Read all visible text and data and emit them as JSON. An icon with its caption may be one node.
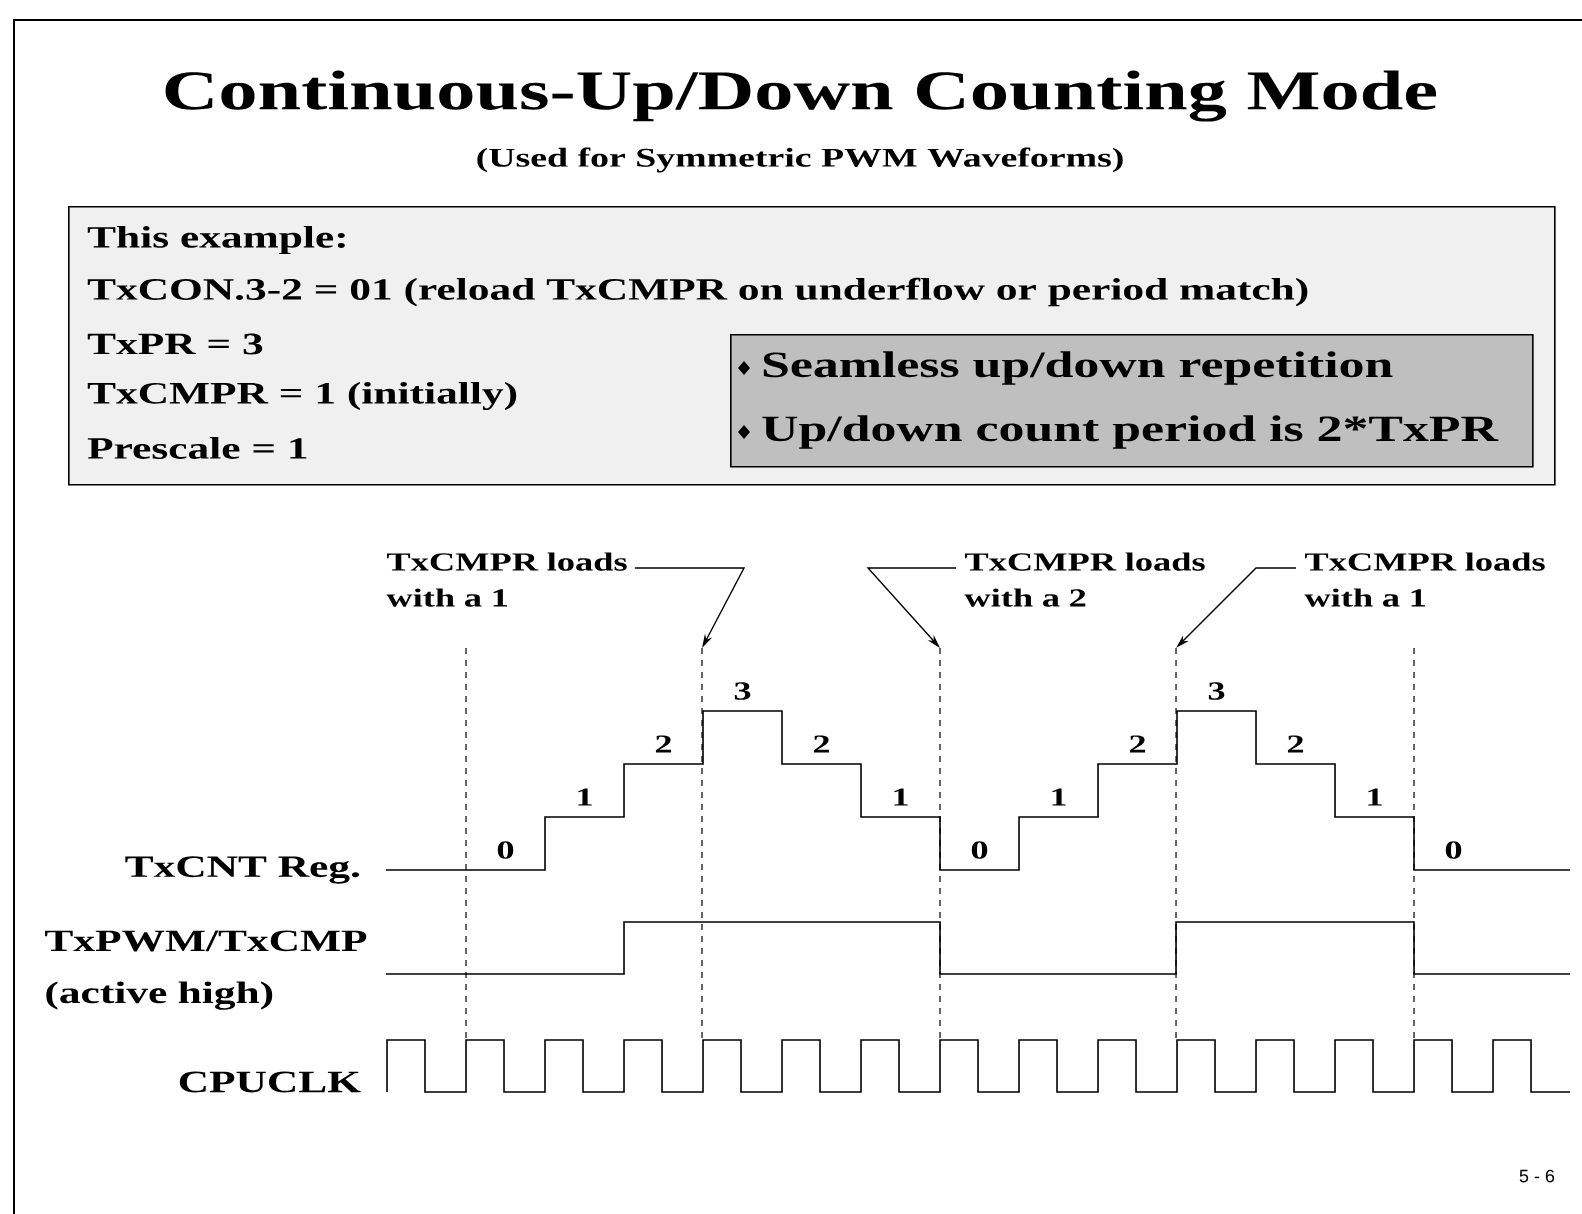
{
  "diagram": {
    "title": "Continuous-Up/Down Counting Mode",
    "nodes": [
      {
        "text": [
          "This example:",
          "TxCON.3-2 = 01 (reload TxCMPR on underflow or period match)",
          "TxPR = 3",
          "TxCMPR = 1 (initially)",
          "Prescale = 1"
        ]
      },
      {
        "text": [
          "Seamless up/down repetition",
          "Up/down count period is 2*TxPR"
        ],
        "in": 0
      },
      {
        "text": [
          "TxCMPR loads with a 1"
        ]
      },
      {
        "text": [
          "TxCMPR loads with a 2"
        ]
      },
      {
        "text": [
          "TxCMPR loads with a 1"
        ]
      },
      {
        "text": [],
        "shape": "line"
      },
      {
        "text": [],
        "shape": "line"
      },
      {
        "text": [],
        "shape": "line"
      },
      {
        "text": [],
        "shape": "line"
      },
      {
        "text": [],
        "shape": "line"
      }
    ],
    "edges": [
      {
        "from": 2,
        "to": 6,
        "arrow": "to"
      },
      {
        "from": 3,
        "to": 7,
        "arrow": "to"
      },
      {
        "from": 4,
        "to": 8,
        "arrow": "to"
      }
    ],
    "labels": [
      "(Used for Symmetric PWM Waveforms)",
      "0",
      "1",
      "2",
      "3",
      "2",
      "1",
      "0",
      "1",
      "2",
      "3",
      "2",
      "1",
      "0",
      "TxCNT Reg.",
      "TxPWM/TxCMP (active high)",
      "CPUCLK",
      "5 - 6"
    ]
  }
}
